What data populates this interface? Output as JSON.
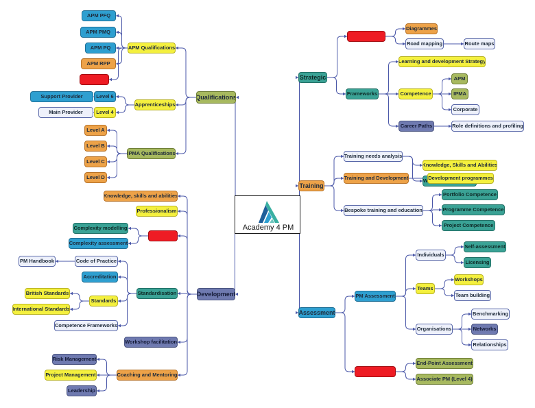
{
  "center": {
    "title": "Academy 4 PM"
  },
  "colors": {
    "blue": "#2e9fd0",
    "orange": "#eda248",
    "yellow": "#f4f03e",
    "green": "#a7b95f",
    "teal": "#3aa295",
    "slate": "#6f7ab0",
    "pale": "#eef1fb",
    "red": "#ee1c24",
    "link": "#4a57a8"
  },
  "nodes": [
    {
      "id": "apm-pfq",
      "label": "APM PFQ",
      "color": "blue"
    },
    {
      "id": "apm-pmq",
      "label": "APM PMQ",
      "color": "blue"
    },
    {
      "id": "apm-pq",
      "label": "APM PQ",
      "color": "blue"
    },
    {
      "id": "apm-rpp",
      "label": "APM RPP",
      "color": "orange"
    },
    {
      "id": "apm-red",
      "label": "",
      "color": "red"
    },
    {
      "id": "apm-qualifications",
      "label": "APM Qualifications",
      "color": "yellow"
    },
    {
      "id": "support-provider",
      "label": "Support Provider",
      "color": "blue"
    },
    {
      "id": "main-provider",
      "label": "Main Provider",
      "color": "pale"
    },
    {
      "id": "level-6",
      "label": "Level 6",
      "color": "blue"
    },
    {
      "id": "level-4",
      "label": "Level 4",
      "color": "yellow"
    },
    {
      "id": "apprenticeships",
      "label": "Apprenticeships",
      "color": "yellow"
    },
    {
      "id": "qualifications",
      "label": "Qualifications",
      "color": "green"
    },
    {
      "id": "level-a",
      "label": "Level A",
      "color": "orange"
    },
    {
      "id": "level-b",
      "label": "Level B",
      "color": "orange"
    },
    {
      "id": "level-c",
      "label": "Level C",
      "color": "orange"
    },
    {
      "id": "level-d",
      "label": "Level D",
      "color": "orange"
    },
    {
      "id": "ipma-qualifications",
      "label": "IPMA Qualifications",
      "color": "green"
    },
    {
      "id": "knowledge-skills-abilities",
      "label": "Knowledge, skills and abilities",
      "color": "orange"
    },
    {
      "id": "professionalism",
      "label": "Professionalism",
      "color": "yellow"
    },
    {
      "id": "complexity-modelling",
      "label": "Complexity modelling",
      "color": "teal"
    },
    {
      "id": "complexity-assessment",
      "label": "Complexity assessment",
      "color": "blue"
    },
    {
      "id": "complexity-red",
      "label": "",
      "color": "red"
    },
    {
      "id": "pm-handbook",
      "label": "PM Handbook",
      "color": "pale"
    },
    {
      "id": "code-of-practice",
      "label": "Code of Practice",
      "color": "pale"
    },
    {
      "id": "accreditation",
      "label": "Accreditation",
      "color": "blue"
    },
    {
      "id": "british-standards",
      "label": "British Standards",
      "color": "yellow"
    },
    {
      "id": "international-standards",
      "label": "International Standards",
      "color": "yellow"
    },
    {
      "id": "standards",
      "label": "Standards",
      "color": "yellow"
    },
    {
      "id": "standardisation",
      "label": "Standardisation",
      "color": "teal"
    },
    {
      "id": "competence-frameworks",
      "label": "Competence Frameworks",
      "color": "pale"
    },
    {
      "id": "workshop-facilitation",
      "label": "Workshop facilitation",
      "color": "slate"
    },
    {
      "id": "development",
      "label": "Development",
      "color": "slate"
    },
    {
      "id": "risk-management",
      "label": "Risk Management",
      "color": "slate"
    },
    {
      "id": "project-management",
      "label": "Project Management",
      "color": "yellow"
    },
    {
      "id": "leadership",
      "label": "Leadership",
      "color": "slate"
    },
    {
      "id": "coaching-mentoring",
      "label": "Coaching and Mentoring",
      "color": "orange"
    },
    {
      "id": "strategic",
      "label": "Strategic",
      "color": "teal"
    },
    {
      "id": "strategic-red",
      "label": "",
      "color": "red"
    },
    {
      "id": "diagrammes",
      "label": "Diagrammes",
      "color": "orange"
    },
    {
      "id": "road-mapping",
      "label": "Road mapping",
      "color": "pale"
    },
    {
      "id": "route-maps",
      "label": "Route maps",
      "color": "pale"
    },
    {
      "id": "frameworks",
      "label": "Frameworks",
      "color": "teal"
    },
    {
      "id": "learning-dev-strategy",
      "label": "Learning and development Strategy",
      "color": "yellow"
    },
    {
      "id": "competence",
      "label": "Competence",
      "color": "yellow"
    },
    {
      "id": "apm",
      "label": "APM",
      "color": "green"
    },
    {
      "id": "ipma",
      "label": "IPMA",
      "color": "green"
    },
    {
      "id": "corporate",
      "label": "Corporate",
      "color": "pale"
    },
    {
      "id": "career-paths",
      "label": "Career Paths",
      "color": "slate"
    },
    {
      "id": "role-definitions",
      "label": "Role definitions and profiling",
      "color": "pale"
    },
    {
      "id": "training",
      "label": "Training",
      "color": "orange"
    },
    {
      "id": "training-needs-analysis",
      "label": "Training needs analysis",
      "color": "pale"
    },
    {
      "id": "ksa-right",
      "label": "Knowledge, Skills and Abilities",
      "color": "yellow"
    },
    {
      "id": "workforce-upskilling",
      "label": "Workforce Up-skilling",
      "color": "teal"
    },
    {
      "id": "training-and-development",
      "label": "Training and Development",
      "color": "orange"
    },
    {
      "id": "development-programmes",
      "label": "Development programmes",
      "color": "yellow"
    },
    {
      "id": "bespoke-training",
      "label": "Bespoke training and education",
      "color": "pale"
    },
    {
      "id": "portfolio-competence",
      "label": "Portfolio Competence",
      "color": "teal"
    },
    {
      "id": "programme-competence",
      "label": "Programme Competence",
      "color": "teal"
    },
    {
      "id": "project-competence",
      "label": "Project Competence",
      "color": "teal"
    },
    {
      "id": "assessment",
      "label": "Assessment",
      "color": "blue"
    },
    {
      "id": "pm-assessment",
      "label": "PM Assessment",
      "color": "blue"
    },
    {
      "id": "individuals",
      "label": "Individuals",
      "color": "pale"
    },
    {
      "id": "self-assessment",
      "label": "Self-assessment",
      "color": "teal"
    },
    {
      "id": "licensing",
      "label": "Licensing",
      "color": "teal"
    },
    {
      "id": "teams",
      "label": "Teams",
      "color": "yellow"
    },
    {
      "id": "workshops",
      "label": "Workshops",
      "color": "yellow"
    },
    {
      "id": "team-building",
      "label": "Team building",
      "color": "pale"
    },
    {
      "id": "organisations",
      "label": "Organisations",
      "color": "pale"
    },
    {
      "id": "benchmarking",
      "label": "Benchmarking",
      "color": "pale"
    },
    {
      "id": "networks",
      "label": "Networks",
      "color": "slate"
    },
    {
      "id": "relationships",
      "label": "Relationships",
      "color": "pale"
    },
    {
      "id": "assessment-red",
      "label": "",
      "color": "red"
    },
    {
      "id": "end-point-assessment",
      "label": "End-Point Assessment",
      "color": "green"
    },
    {
      "id": "associate-pm",
      "label": "Associate PM (Level 4)",
      "color": "green"
    }
  ],
  "edges": [
    [
      "center",
      "qualifications"
    ],
    [
      "center",
      "development"
    ],
    [
      "center",
      "strategic"
    ],
    [
      "center",
      "training"
    ],
    [
      "center",
      "assessment"
    ],
    [
      "qualifications",
      "apm-qualifications"
    ],
    [
      "qualifications",
      "apprenticeships"
    ],
    [
      "qualifications",
      "ipma-qualifications"
    ],
    [
      "apm-qualifications",
      "apm-pfq"
    ],
    [
      "apm-qualifications",
      "apm-pmq"
    ],
    [
      "apm-qualifications",
      "apm-pq"
    ],
    [
      "apm-qualifications",
      "apm-rpp"
    ],
    [
      "apm-qualifications",
      "apm-red"
    ],
    [
      "apprenticeships",
      "level-6"
    ],
    [
      "apprenticeships",
      "level-4"
    ],
    [
      "level-6",
      "support-provider"
    ],
    [
      "level-4",
      "main-provider"
    ],
    [
      "ipma-qualifications",
      "level-a"
    ],
    [
      "ipma-qualifications",
      "level-b"
    ],
    [
      "ipma-qualifications",
      "level-c"
    ],
    [
      "ipma-qualifications",
      "level-d"
    ],
    [
      "development",
      "knowledge-skills-abilities"
    ],
    [
      "development",
      "professionalism"
    ],
    [
      "development",
      "complexity-red"
    ],
    [
      "development",
      "standardisation"
    ],
    [
      "development",
      "workshop-facilitation"
    ],
    [
      "development",
      "coaching-mentoring"
    ],
    [
      "complexity-red",
      "complexity-modelling"
    ],
    [
      "complexity-red",
      "complexity-assessment"
    ],
    [
      "standardisation",
      "code-of-practice"
    ],
    [
      "standardisation",
      "accreditation"
    ],
    [
      "standardisation",
      "standards"
    ],
    [
      "standardisation",
      "competence-frameworks"
    ],
    [
      "code-of-practice",
      "pm-handbook"
    ],
    [
      "standards",
      "british-standards"
    ],
    [
      "standards",
      "international-standards"
    ],
    [
      "coaching-mentoring",
      "risk-management"
    ],
    [
      "coaching-mentoring",
      "project-management"
    ],
    [
      "coaching-mentoring",
      "leadership"
    ],
    [
      "strategic",
      "strategic-red"
    ],
    [
      "strategic",
      "frameworks"
    ],
    [
      "strategic-red",
      "diagrammes"
    ],
    [
      "strategic-red",
      "road-mapping"
    ],
    [
      "road-mapping",
      "route-maps"
    ],
    [
      "frameworks",
      "learning-dev-strategy"
    ],
    [
      "frameworks",
      "competence"
    ],
    [
      "frameworks",
      "career-paths"
    ],
    [
      "competence",
      "apm"
    ],
    [
      "competence",
      "ipma"
    ],
    [
      "competence",
      "corporate"
    ],
    [
      "career-paths",
      "role-definitions"
    ],
    [
      "training",
      "training-needs-analysis"
    ],
    [
      "training",
      "training-and-development"
    ],
    [
      "training",
      "bespoke-training"
    ],
    [
      "training-needs-analysis",
      "ksa-right"
    ],
    [
      "training-needs-analysis",
      "workforce-upskilling"
    ],
    [
      "training-and-development",
      "development-programmes"
    ],
    [
      "bespoke-training",
      "portfolio-competence"
    ],
    [
      "bespoke-training",
      "programme-competence"
    ],
    [
      "bespoke-training",
      "project-competence"
    ],
    [
      "assessment",
      "pm-assessment"
    ],
    [
      "assessment",
      "assessment-red"
    ],
    [
      "pm-assessment",
      "individuals"
    ],
    [
      "pm-assessment",
      "teams"
    ],
    [
      "pm-assessment",
      "organisations"
    ],
    [
      "individuals",
      "self-assessment"
    ],
    [
      "individuals",
      "licensing"
    ],
    [
      "teams",
      "workshops"
    ],
    [
      "teams",
      "team-building"
    ],
    [
      "organisations",
      "benchmarking"
    ],
    [
      "organisations",
      "networks"
    ],
    [
      "organisations",
      "relationships"
    ],
    [
      "assessment-red",
      "end-point-assessment"
    ],
    [
      "assessment-red",
      "associate-pm"
    ]
  ]
}
